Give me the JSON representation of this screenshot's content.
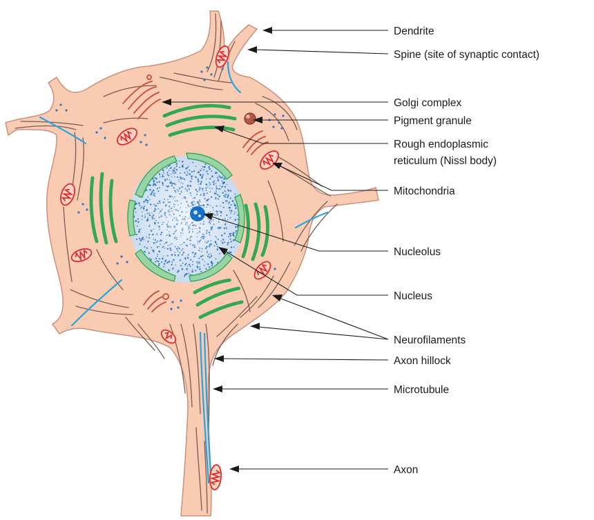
{
  "labels": {
    "dendrite": "Dendrite",
    "spine": "Spine (site of synaptic contact)",
    "golgi": "Golgi complex",
    "pigment": "Pigment granule",
    "rer_line1": "Rough endoplasmic",
    "rer_line2": "reticulum (Nissl body)",
    "mitochondria": "Mitochondria",
    "nucleolus": "Nucleolus",
    "nucleus": "Nucleus",
    "neurofilaments": "Neurofilaments",
    "axon_hillock": "Axon hillock",
    "microtubule": "Microtubule",
    "axon": "Axon"
  },
  "colors": {
    "cytoplasm": "#f9cbb3",
    "membrane": "#c9907a",
    "nucleus": "#e3ecf8",
    "nucleus_dots": "#2f76c2",
    "nucleolus": "#1670c8",
    "nissl": "#33a852",
    "mitochondria": "#e02a2a",
    "golgi": "#c9573f",
    "neurofilament": "#7a5a52",
    "microtubule": "#29a3de",
    "pigment": "#a8443a"
  }
}
